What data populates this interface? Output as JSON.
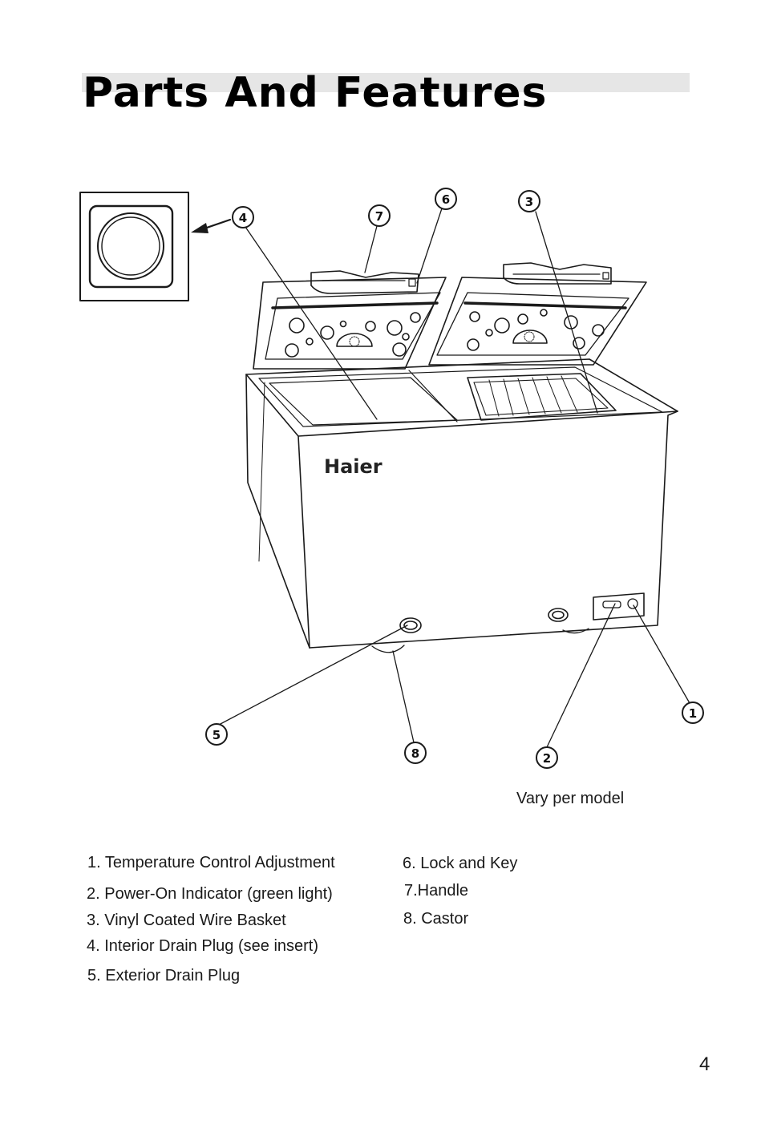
{
  "page": {
    "title": "Parts And Features",
    "caption": "Vary per model",
    "page_number": "4",
    "brand_logo": "Haier"
  },
  "callouts": [
    "1",
    "2",
    "3",
    "4",
    "5",
    "6",
    "7",
    "8"
  ],
  "parts": [
    "1. Temperature Control Adjustment",
    "2. Power-On Indicator (green light)",
    "3. Vinyl Coated Wire Basket",
    "4. Interior Drain Plug (see insert)",
    "5. Exterior Drain Plug",
    "6. Lock and Key",
    "7.Handle",
    "8. Castor"
  ]
}
